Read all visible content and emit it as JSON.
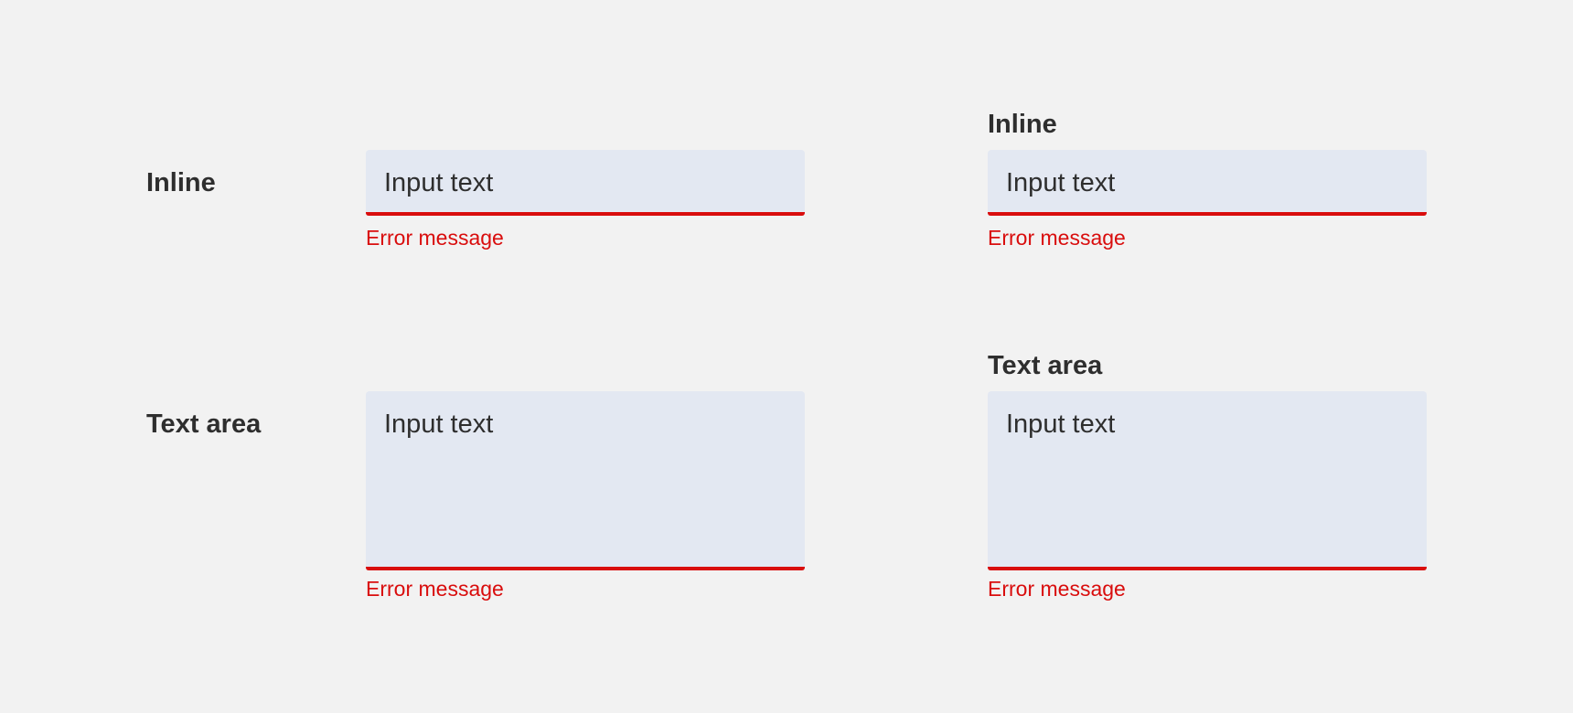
{
  "colors": {
    "background": "#f2f2f2",
    "field_background": "#e3e8f2",
    "error": "#d90d0d",
    "text": "#2e2e2e"
  },
  "side_layout": {
    "inline": {
      "label": "Inline",
      "value": "Input text",
      "error": "Error message"
    },
    "textarea": {
      "label": "Text area",
      "value": "Input text",
      "error": "Error message"
    }
  },
  "top_layout": {
    "inline": {
      "label": "Inline",
      "value": "Input text",
      "error": "Error message"
    },
    "textarea": {
      "label": "Text area",
      "value": "Input text",
      "error": "Error message"
    }
  }
}
